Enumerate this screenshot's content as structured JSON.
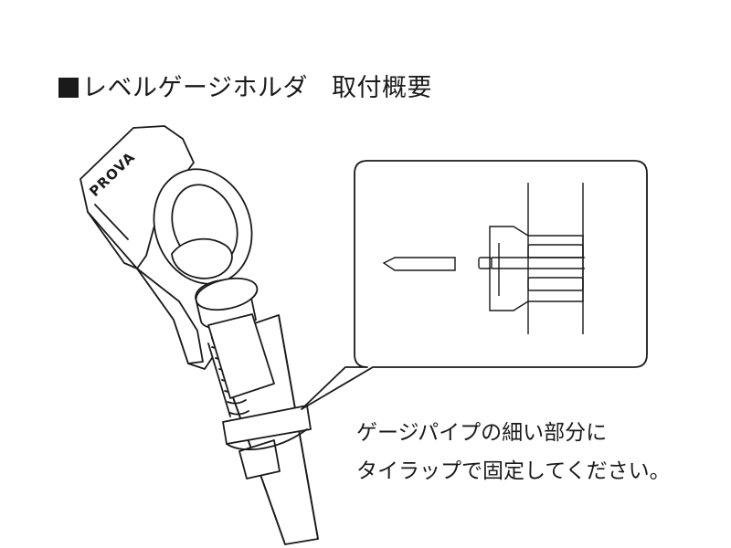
{
  "title": {
    "marker": "■",
    "part1": "レベルゲージホルダ",
    "part2": "取付概要"
  },
  "brand_logo": "PROVA",
  "instructions": {
    "line1": "ゲージパイプの細い部分に",
    "line2": "タイラップで固定してください。"
  }
}
